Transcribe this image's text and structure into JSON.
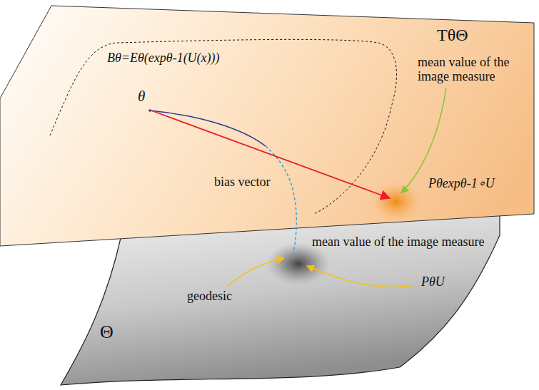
{
  "diagram": {
    "labels": [
      "TθΘ",
      "Bθ=Eθ(expθ-1(U(x)))",
      "θ",
      "mean value of the image measure",
      "bias vector",
      "Pθexpθ-1∘U",
      "mean value of the image measure",
      "geodesic",
      "PθU",
      "Θ"
    ]
  }
}
